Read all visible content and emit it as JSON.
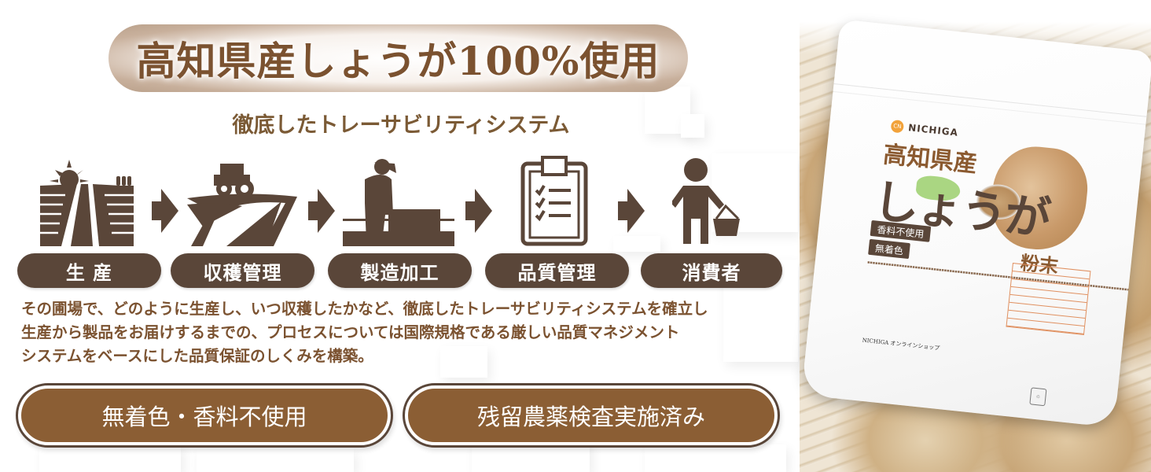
{
  "headline": "高知県産しょうが100%使用",
  "subtitle": "徹底したトレーサビリティシステム",
  "steps": [
    {
      "label": "生 産",
      "icon": "farm-field-icon"
    },
    {
      "label": "収穫管理",
      "icon": "tractor-field-icon"
    },
    {
      "label": "製造加工",
      "icon": "worker-processing-icon"
    },
    {
      "label": "品質管理",
      "icon": "clipboard-checklist-icon"
    },
    {
      "label": "消費者",
      "icon": "consumer-with-basket-icon"
    }
  ],
  "description": [
    "その圃場で、どのように生産し、いつ収穫したかなど、徹底したトレーサビリティシステムを確立し",
    "生産から製品をお届けするまでの、プロセスについては国際規格である厳しい品質マネジメント",
    "システムをベースにした品質保証のしくみを構築。"
  ],
  "badges": [
    "無着色・香料不使用",
    "残留農薬検査実施済み"
  ],
  "product": {
    "brand": "NICHIGA",
    "title_line1": "高知県産",
    "title_line2": "しょうが",
    "subtitle": "粉末",
    "tags": [
      "香料不使用",
      "無着色"
    ],
    "footer": "NICHIGA オンラインショップ"
  },
  "colors": {
    "dark_brown": "#5a4639",
    "text_brown": "#7b5230",
    "badge_brown": "#8b5e34",
    "headline_bg": "#b9a08a"
  }
}
